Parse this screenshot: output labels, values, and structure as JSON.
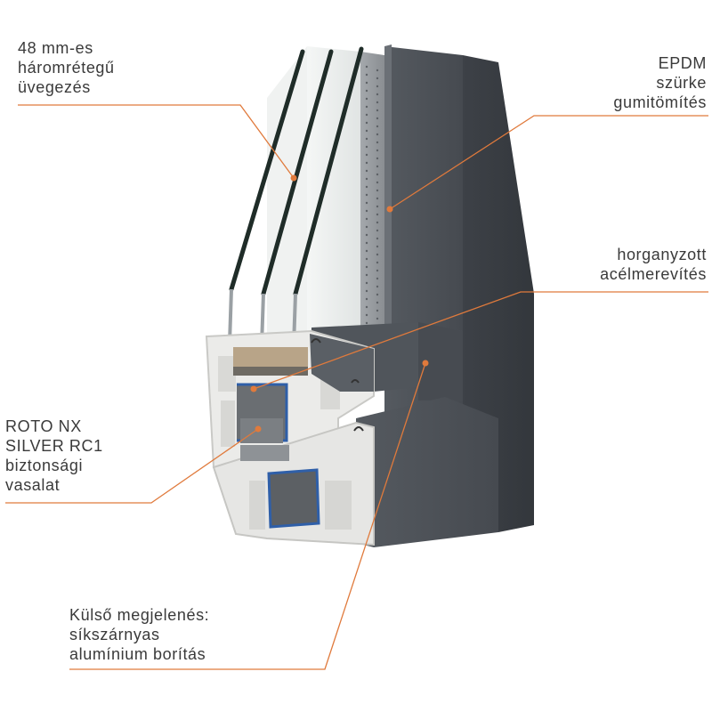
{
  "colors": {
    "accent": "#e07a3c",
    "aluminium": "#4a4f55",
    "aluminium_dark": "#3c4046",
    "pvc": "#e9e9e7",
    "glass_edge": "#22302c",
    "text": "#3a3a3a"
  },
  "callouts": {
    "glazing": {
      "lines": [
        "48 mm-es",
        "háromrétegű",
        "üvegezés"
      ]
    },
    "epdm": {
      "lines": [
        "EPDM",
        "szürke",
        "gumitömítés"
      ]
    },
    "steel": {
      "lines": [
        "horganyzott",
        "acélmerevítés"
      ]
    },
    "roto": {
      "lines": [
        "ROTO NX",
        "SILVER RC1",
        "biztonsági",
        "vasalat"
      ]
    },
    "exterior": {
      "lines": [
        "Külső megjelenés:",
        "síkszárnyas",
        "alumínium borítás"
      ]
    }
  }
}
